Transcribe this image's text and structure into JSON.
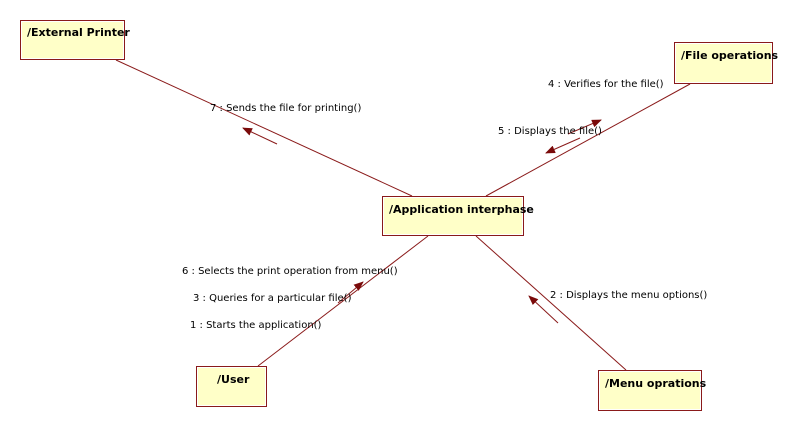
{
  "objects": {
    "printer": "/External Printer",
    "fileops": "/File operations",
    "app": "/Application interphase",
    "user": "/User",
    "menu": "/Menu oprations"
  },
  "messages": {
    "m7": "7 : Sends the file for printing()",
    "m4": "4 : Verifies for the file()",
    "m5": "5 : Displays the file()",
    "m6": "6 : Selects the print operation from menu()",
    "m3": "3 : Queries for a particular file()",
    "m1": "1 : Starts the application()",
    "m2": "2 : Displays the menu options()"
  },
  "colors": {
    "line": "#8a1a1a",
    "box_fill": "#ffffc8",
    "arrow": "#7a0a0a"
  }
}
